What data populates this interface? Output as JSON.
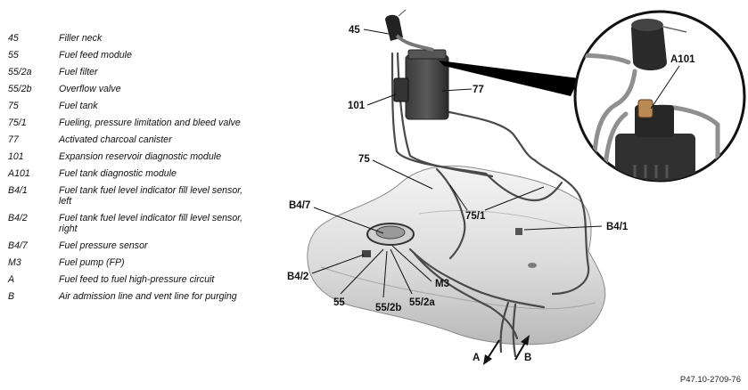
{
  "legend": [
    {
      "code": "45",
      "desc": "Filler neck"
    },
    {
      "code": "55",
      "desc": "Fuel feed module"
    },
    {
      "code": "55/2a",
      "desc": "Fuel filter"
    },
    {
      "code": "55/2b",
      "desc": "Overflow valve"
    },
    {
      "code": "75",
      "desc": "Fuel tank"
    },
    {
      "code": "75/1",
      "desc": "Fueling, pressure limitation and bleed valve"
    },
    {
      "code": "77",
      "desc": "Activated charcoal canister"
    },
    {
      "code": "101",
      "desc": "Expansion reservoir diagnostic module"
    },
    {
      "code": "A101",
      "desc": "Fuel tank diagnostic module"
    },
    {
      "code": "B4/1",
      "desc": "Fuel tank fuel level indicator fill level sensor, left"
    },
    {
      "code": "B4/2",
      "desc": "Fuel tank fuel level indicator fill level sensor, right"
    },
    {
      "code": "B4/7",
      "desc": "Fuel pressure sensor"
    },
    {
      "code": "M3",
      "desc": "Fuel pump (FP)"
    },
    {
      "code": "A",
      "desc": "Fuel feed to fuel high-pressure circuit"
    },
    {
      "code": "B",
      "desc": "Air admission line and vent line for purging"
    }
  ],
  "callouts": {
    "c45": "45",
    "c77": "77",
    "c101": "101",
    "cA101": "A101",
    "c75": "75",
    "cB47": "B4/7",
    "c751": "75/1",
    "cB41": "B4/1",
    "cB42": "B4/2",
    "cM3": "M3",
    "c55": "55",
    "c552b": "55/2b",
    "c552a": "55/2a",
    "cA": "A",
    "cB": "B"
  },
  "figure_ref": "P47.10-2709-76"
}
